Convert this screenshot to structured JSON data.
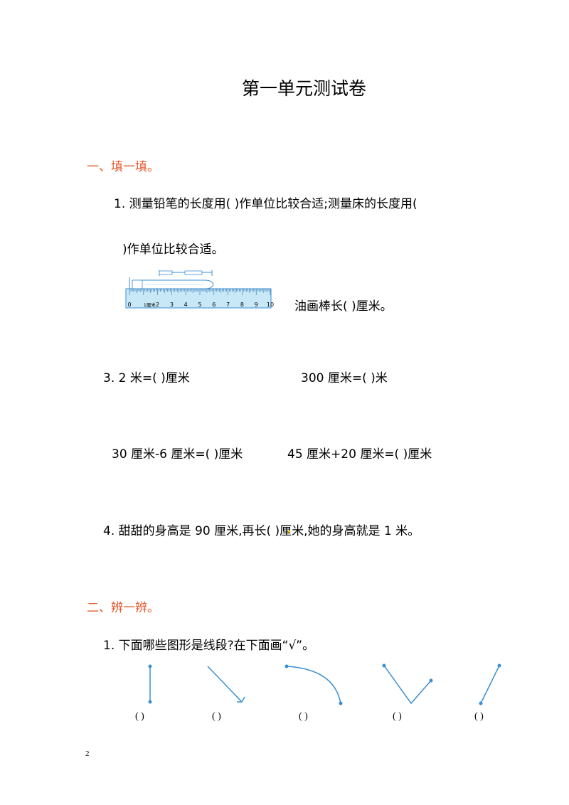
{
  "title": "第一单元测试卷",
  "section1": {
    "heading": "一、填一填。",
    "q1_line1": "1. 测量铅笔的长度用(        )作单位比较合适;测量床的长度用(",
    "q1_line2": ")作单位比较合适。",
    "q2_text": "油画棒长(        )厘米。",
    "ruler_ticks": [
      "0",
      "1厘米",
      "2",
      "3",
      "4",
      "5",
      "6",
      "7",
      "8",
      "9",
      "10"
    ],
    "q3_a": "3. 2 米=(        )厘米",
    "q3_b": "300 厘米=(        )米",
    "q3_c": "30 厘米-6 厘米=(        )厘米",
    "q3_d": "45 厘米+20 厘米=(        )厘米",
    "q4": "4. 甜甜的身高是 90 厘米,再长(        )厘米,她的身高就是 1 米。"
  },
  "section2": {
    "heading": "二、辨一辨。",
    "q1": "1. 下面哪些图形是线段?在下面画“√”。",
    "answer_boxes": [
      "(        )",
      "(        )",
      "(        )",
      "(        )",
      "(        )"
    ]
  },
  "page_number": "2",
  "colors": {
    "heading": "#e2562a",
    "figure": "#3a8fd0",
    "ruler_bg": "#c8e8f8"
  }
}
